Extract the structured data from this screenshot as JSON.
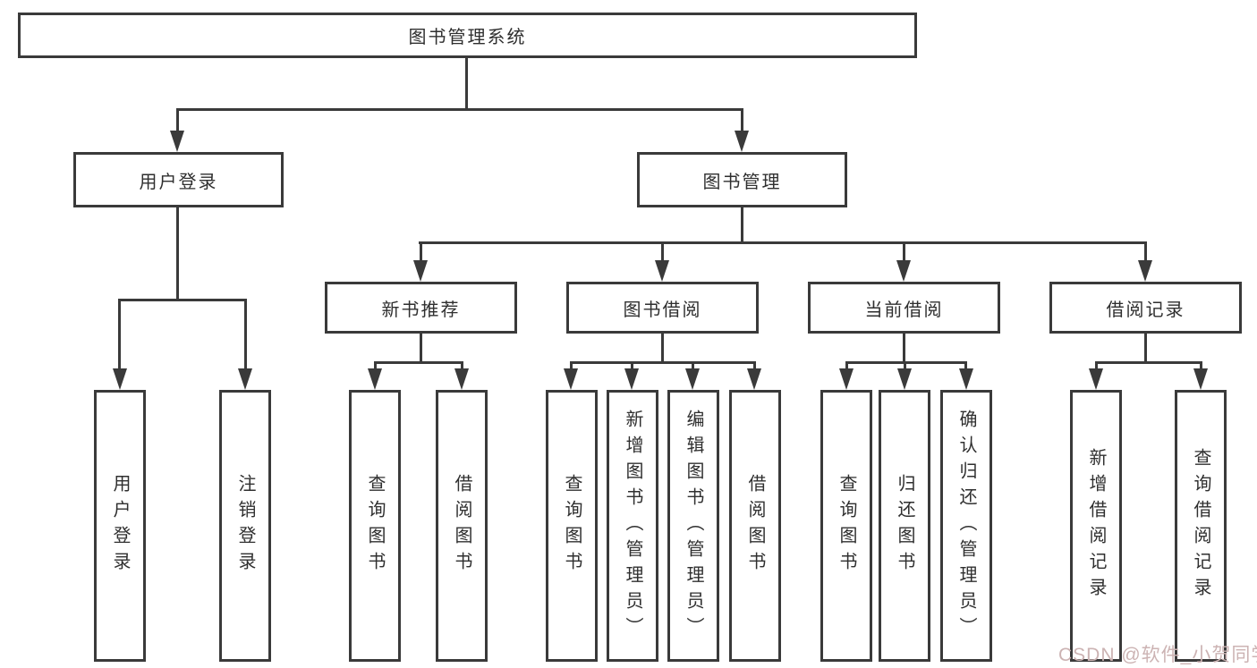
{
  "diagram": {
    "root": {
      "label": "图书管理系统"
    },
    "level2": {
      "user_login": {
        "label": "用户登录"
      },
      "book_mgmt": {
        "label": "图书管理"
      }
    },
    "level3": {
      "new_book_rec": {
        "label": "新书推荐"
      },
      "book_borrow": {
        "label": "图书借阅"
      },
      "current_borrow": {
        "label": "当前借阅"
      },
      "borrow_record": {
        "label": "借阅记录"
      }
    },
    "leaves": {
      "user_login": {
        "label": "用户登录"
      },
      "logout": {
        "label": "注销登录"
      },
      "rec_query_book": {
        "label": "查询图书"
      },
      "rec_borrow_book": {
        "label": "借阅图书"
      },
      "bor_query_book": {
        "label": "查询图书"
      },
      "bor_add_book": {
        "label": "新增图书（管理员）"
      },
      "bor_edit_book": {
        "label": "编辑图书（管理员）"
      },
      "bor_borrow_book": {
        "label": "借阅图书"
      },
      "cur_query_book": {
        "label": "查询图书"
      },
      "cur_return_book": {
        "label": "归还图书"
      },
      "cur_confirm_return": {
        "label": "确认归还（管理员）"
      },
      "hist_add_record": {
        "label": "新增借阅记录"
      },
      "hist_query_record": {
        "label": "查询借阅记录"
      }
    }
  },
  "watermark": {
    "text": "CSDN @软件_小贺同学"
  },
  "colors": {
    "line": "#3a3a3a",
    "text": "#2f2f2f",
    "watermark": "#ccb3b3",
    "background": "#ffffff"
  }
}
